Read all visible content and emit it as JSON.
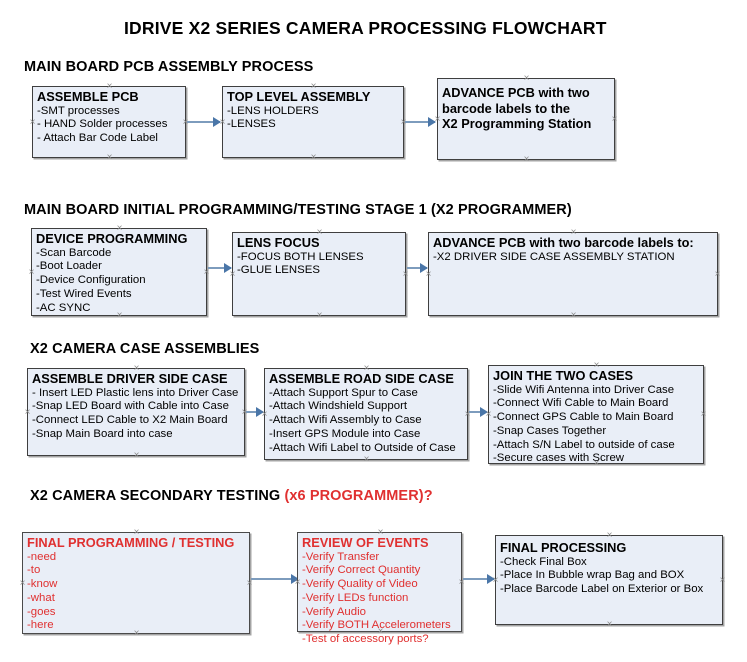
{
  "document": {
    "title": "IDRIVE X2  SERIES CAMERA PROCESSING FLOWCHART"
  },
  "sections": [
    {
      "id": "main-board-pcb-assembly",
      "heading": "MAIN BOARD PCB ASSEMBLY PROCESS",
      "heading_red": ""
    },
    {
      "id": "main-board-initial-programming",
      "heading": "MAIN BOARD INITIAL PROGRAMMING/TESTING STAGE 1 (X2 PROGRAMMER)",
      "heading_red": ""
    },
    {
      "id": "x2-camera-case-assemblies",
      "heading": "X2 CAMERA CASE ASSEMBLIES",
      "heading_red": ""
    },
    {
      "id": "x2-camera-secondary-testing",
      "heading": "X2 CAMERA SECONDARY TESTING ",
      "heading_red": "(x6 PROGRAMMER)?"
    }
  ],
  "nodes": {
    "assemble_pcb": {
      "header": "ASSEMBLE PCB",
      "lines": [
        "-SMT processes",
        "- HAND Solder processes",
        "- Attach Bar Code Label"
      ]
    },
    "top_level_assembly": {
      "header": "TOP LEVEL ASSEMBLY",
      "lines": [
        "-LENS HOLDERS",
        "-LENSES"
      ]
    },
    "advance_pcb_station": {
      "header": "ADVANCE PCB with two",
      "lines": [
        "barcode labels to the",
        " X2 Programming Station"
      ]
    },
    "device_programming": {
      "header": "DEVICE PROGRAMMING",
      "lines": [
        "-Scan Barcode",
        "-Boot Loader",
        "-Device Configuration",
        "-Test Wired Events",
        "-AC SYNC"
      ]
    },
    "lens_focus": {
      "header": "LENS FOCUS",
      "lines": [
        "-FOCUS BOTH LENSES",
        "-GLUE LENSES"
      ]
    },
    "advance_pcb_driver_side": {
      "header": "ADVANCE PCB with two barcode labels to:",
      "lines": [
        "-X2 DRIVER  SIDE  CASE  ASSEMBLY STATION"
      ]
    },
    "assemble_driver_side_case": {
      "header": "ASSEMBLE DRIVER SIDE CASE",
      "lines": [
        "- Insert LED Plastic lens into Driver Case",
        "-Snap LED Board with Cable into Case",
        "-Connect LED Cable to X2 Main Board",
        "-Snap Main Board into case"
      ]
    },
    "assemble_road_side_case": {
      "header": "ASSEMBLE ROAD SIDE CASE",
      "lines": [
        "-Attach Support Spur to Case",
        "-Attach Windshield Support",
        "-Attach Wifi Assembly to Case",
        "-Insert GPS Module into Case",
        "-Attach Wifi Label to Outside of Case"
      ]
    },
    "join_the_two_cases": {
      "header": "JOIN THE TWO CASES",
      "lines": [
        "-Slide Wifi Antenna into Driver Case",
        "-Connect Wifi Cable to Main Board",
        "-Connect GPS Cable to Main Board",
        "-Snap Cases Together",
        "-Attach S/N Label to outside of case",
        "-Secure cases with Screw"
      ]
    },
    "final_programming_testing": {
      "header": "FINAL PROGRAMMING / TESTING",
      "lines": [
        "-need",
        "-to",
        "-know",
        "-what",
        "-goes",
        "-here"
      ]
    },
    "review_of_events": {
      "header": "REVIEW OF EVENTS",
      "lines": [
        "-Verify Transfer",
        "-Verify Correct Quantity",
        "-Verify Quality of Video",
        "-Verify LEDs function",
        "-Verify Audio",
        "-Verify BOTH Accelerometers",
        "-Test of accessory ports?"
      ]
    },
    "final_processing": {
      "header": "FINAL PROCESSING",
      "lines": [
        " -Check Final Box",
        "-Place In Bubble wrap Bag and BOX",
        "-Place Barcode Label on Exterior or Box"
      ]
    }
  },
  "colors": {
    "node_fill": "#e9eef7",
    "node_border": "#3f3f3f",
    "connector": "#7d9cbd",
    "arrowhead": "#4a76a8",
    "red_text": "#e03030",
    "text": "#000000"
  }
}
